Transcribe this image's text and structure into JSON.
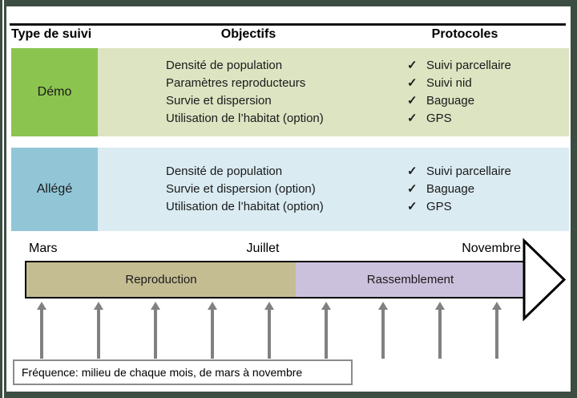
{
  "table": {
    "headers": [
      "Type de suivi",
      "Objectifs",
      "Protocoles"
    ],
    "rows": [
      {
        "type": "Démo",
        "objectives": [
          "Densité de population",
          "Paramètres reproducteurs",
          "Survie et dispersion",
          "Utilisation de l’habitat (option)"
        ],
        "protocols": [
          "Suivi parcellaire",
          "Suivi nid",
          "Baguage",
          "GPS"
        ]
      },
      {
        "type": "Allégé",
        "objectives": [
          "Densité de population",
          "Survie et dispersion (option)",
          "Utilisation de l’habitat (option)"
        ],
        "protocols": [
          "Suivi parcellaire",
          "Baguage",
          "GPS"
        ]
      }
    ]
  },
  "timeline": {
    "month_labels": [
      "Mars",
      "Juillet",
      "Novembre"
    ],
    "segments": [
      {
        "label": "Reproduction"
      },
      {
        "label": "Rassemblement"
      }
    ],
    "arrow_count": 9,
    "frequency_note": "Fréquence: milieu de chaque mois, de mars à novembre"
  },
  "icons": {
    "check": "✓"
  },
  "colors": {
    "frame": "#3c4d44",
    "demo_cell": "#8cc450",
    "demo_row_bg": "#dce4c2",
    "allege_cell": "#92c6d7",
    "allege_row_bg": "#daebf2",
    "reproduction": "#c5bd92",
    "rassemblement": "#ccc1dd",
    "arrow_gray": "#818181"
  }
}
